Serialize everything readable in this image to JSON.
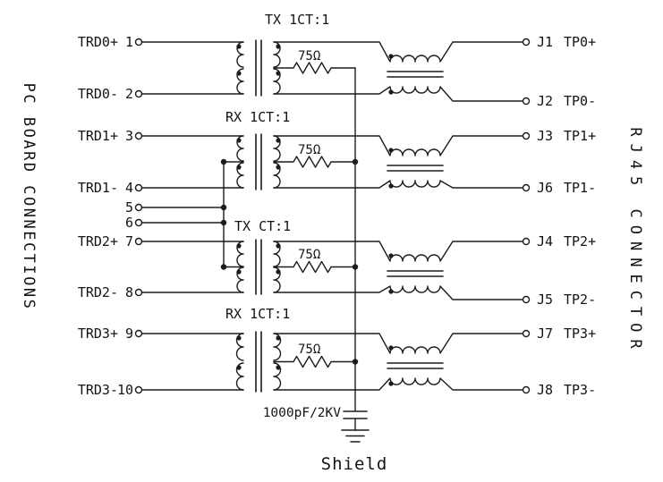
{
  "left_title": "PC BOARD CONNECTIONS",
  "right_title": "RJ45 CONNECTOR",
  "left_pins": [
    {
      "label": "TRD0+",
      "num": "1"
    },
    {
      "label": "TRD0-",
      "num": "2"
    },
    {
      "label": "TRD1+",
      "num": "3"
    },
    {
      "label": "TRD1-",
      "num": "4"
    },
    {
      "label": "",
      "num": "5"
    },
    {
      "label": "",
      "num": "6"
    },
    {
      "label": "TRD2+",
      "num": "7"
    },
    {
      "label": "TRD2-",
      "num": "8"
    },
    {
      "label": "TRD3+",
      "num": "9"
    },
    {
      "label": "TRD3-",
      "num": "10"
    }
  ],
  "right_pins": [
    {
      "jack": "J1",
      "name": "TP0+"
    },
    {
      "jack": "J2",
      "name": "TP0-"
    },
    {
      "jack": "J3",
      "name": "TP1+"
    },
    {
      "jack": "J6",
      "name": "TP1-"
    },
    {
      "jack": "J4",
      "name": "TP2+"
    },
    {
      "jack": "J5",
      "name": "TP2-"
    },
    {
      "jack": "J7",
      "name": "TP3+"
    },
    {
      "jack": "J8",
      "name": "TP3-"
    }
  ],
  "channels": [
    {
      "type_label": "TX 1CT:1",
      "resistor_value": "75Ω"
    },
    {
      "type_label": "RX 1CT:1",
      "resistor_value": "75Ω"
    },
    {
      "type_label": "TX CT:1",
      "resistor_value": "75Ω"
    },
    {
      "type_label": "RX 1CT:1",
      "resistor_value": "75Ω"
    }
  ],
  "capacitor_value": "1000pF/2KV",
  "shield_label": "Shield",
  "colors": {
    "line": "#1c1c1c",
    "background": "#ffffff"
  }
}
